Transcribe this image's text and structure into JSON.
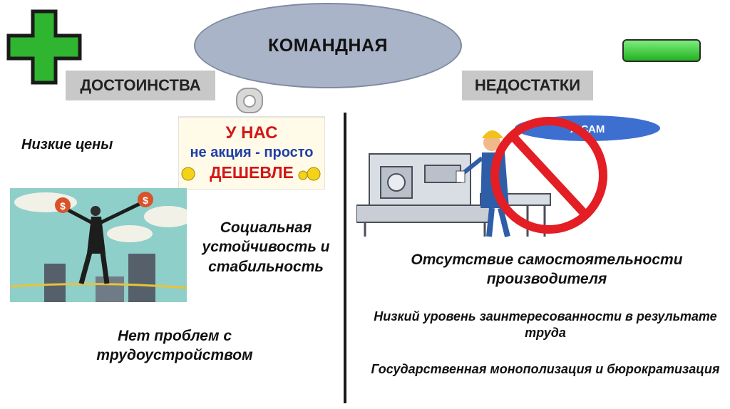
{
  "header": {
    "title": "КОМАНДНАЯ"
  },
  "pros": {
    "label": "ДОСТОИНСТВА",
    "items": [
      "Низкие цены",
      "Социальная устойчивость и стабильность",
      "Нет проблем с трудоустройством"
    ]
  },
  "cons": {
    "label": "НЕДОСТАТКИ",
    "items": [
      "Отсутствие самостоятельности производителя",
      "Низкий уровень заинтересованности в результате труда",
      "Государственная монополизация и бюрократизация"
    ]
  },
  "sign": {
    "line1": "У НАС",
    "line2": "не акция - просто",
    "line3": "ДЕШЕВЛЕ"
  },
  "cons_image": {
    "bubble": "Я САМ"
  },
  "icons": {
    "plus": "plus-icon",
    "minus": "minus-icon",
    "prohibition": "prohibition-icon"
  },
  "colors": {
    "plus": "#2fb52f",
    "minus": "#33d133",
    "ellipse": "#a9b4c8",
    "prohibition": "#e31e24"
  }
}
